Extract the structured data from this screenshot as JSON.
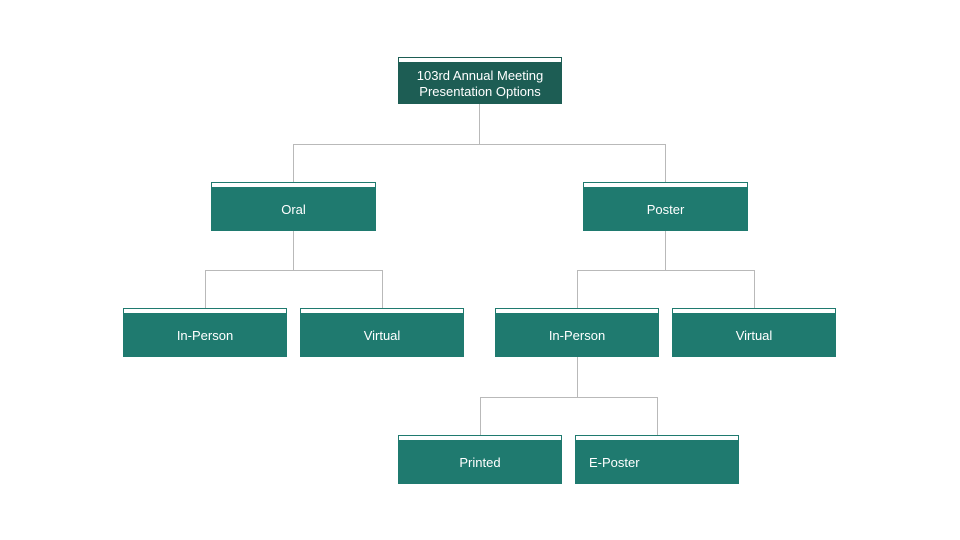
{
  "colors": {
    "background": "#ffffff",
    "root_fill": "#1d5d54",
    "node_fill": "#1f7a6f",
    "strip_fill": "#ffffff",
    "connector": "#b9b9b9",
    "label_text": "#ffffff"
  },
  "nodes": {
    "root": {
      "line1": "103rd Annual Meeting",
      "line2": "Presentation Options"
    },
    "oral": {
      "label": "Oral"
    },
    "poster": {
      "label": "Poster"
    },
    "oral_in_person": {
      "label": "In-Person"
    },
    "oral_virtual": {
      "label": "Virtual"
    },
    "poster_in_person": {
      "label": "In-Person"
    },
    "poster_virtual": {
      "label": "Virtual"
    },
    "printed": {
      "label": "Printed"
    },
    "eposter": {
      "label": "E-Poster"
    }
  }
}
